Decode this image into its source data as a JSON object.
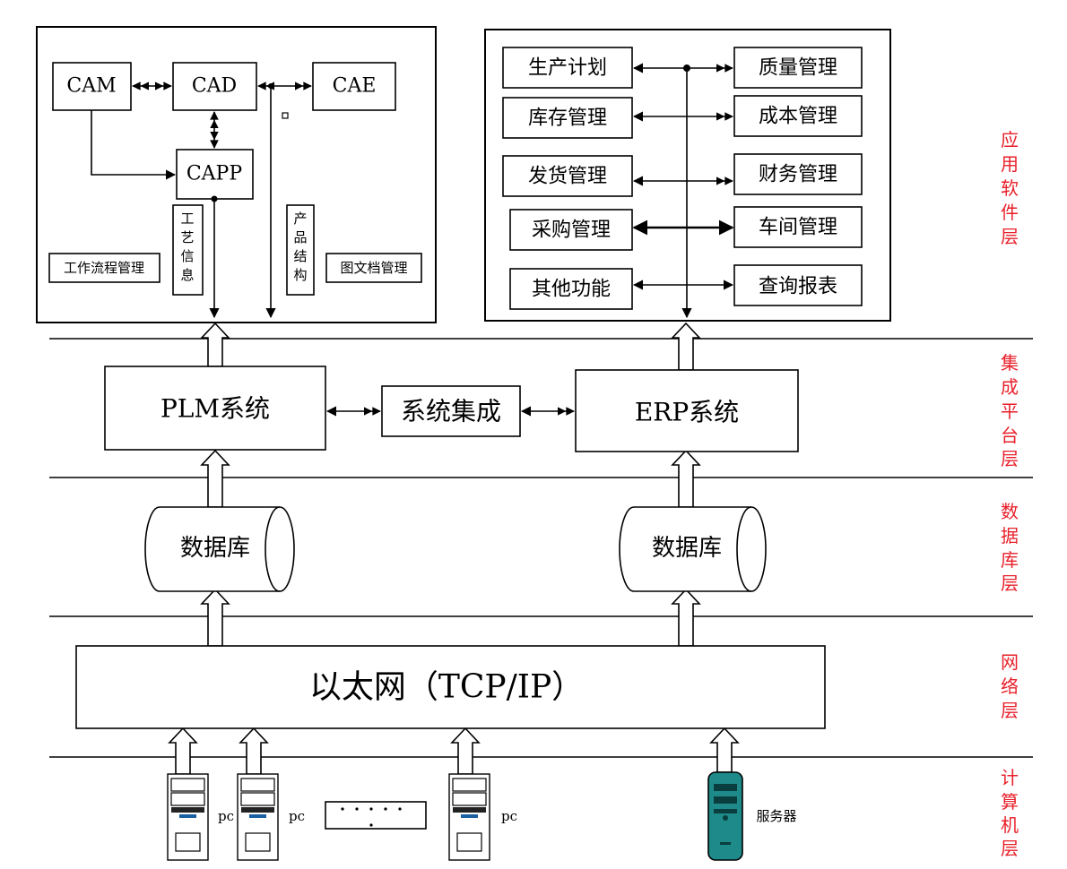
{
  "colors": {
    "layer_label": "#e8202a",
    "line": "#000000",
    "server_fill": "#1f8a8a"
  },
  "cad_group": {
    "cam": "CAM",
    "cad": "CAD",
    "cae": "CAE",
    "capp": "CAPP",
    "workflow": "工作流程管理",
    "process_info": [
      "工",
      "艺",
      "信",
      "息"
    ],
    "product_structure": [
      "产",
      "品",
      "结",
      "构"
    ],
    "drawing_docs": "图文档管理"
  },
  "erp_modules": {
    "left": [
      "生产计划",
      "库存管理",
      "发货管理",
      "采购管理",
      "其他功能"
    ],
    "right": [
      "质量管理",
      "成本管理",
      "财务管理",
      "车间管理",
      "查询报表"
    ]
  },
  "platform": {
    "plm": "PLM系统",
    "integration": "系统集成",
    "erp": "ERP系统"
  },
  "database": {
    "left": "数据库",
    "right": "数据库"
  },
  "network": {
    "label": "以太网（TCP/IP）"
  },
  "computers": {
    "pc_labels": [
      "pc",
      "pc",
      "pc"
    ],
    "server_label": "服务器"
  },
  "layers": {
    "application": [
      "应",
      "用",
      "软",
      "件",
      "层"
    ],
    "integration": [
      "集",
      "成",
      "平",
      "台",
      "层"
    ],
    "database": [
      "数",
      "据",
      "库",
      "层"
    ],
    "network": [
      "网",
      "络",
      "层"
    ],
    "computer": [
      "计",
      "算",
      "机",
      "层"
    ]
  }
}
